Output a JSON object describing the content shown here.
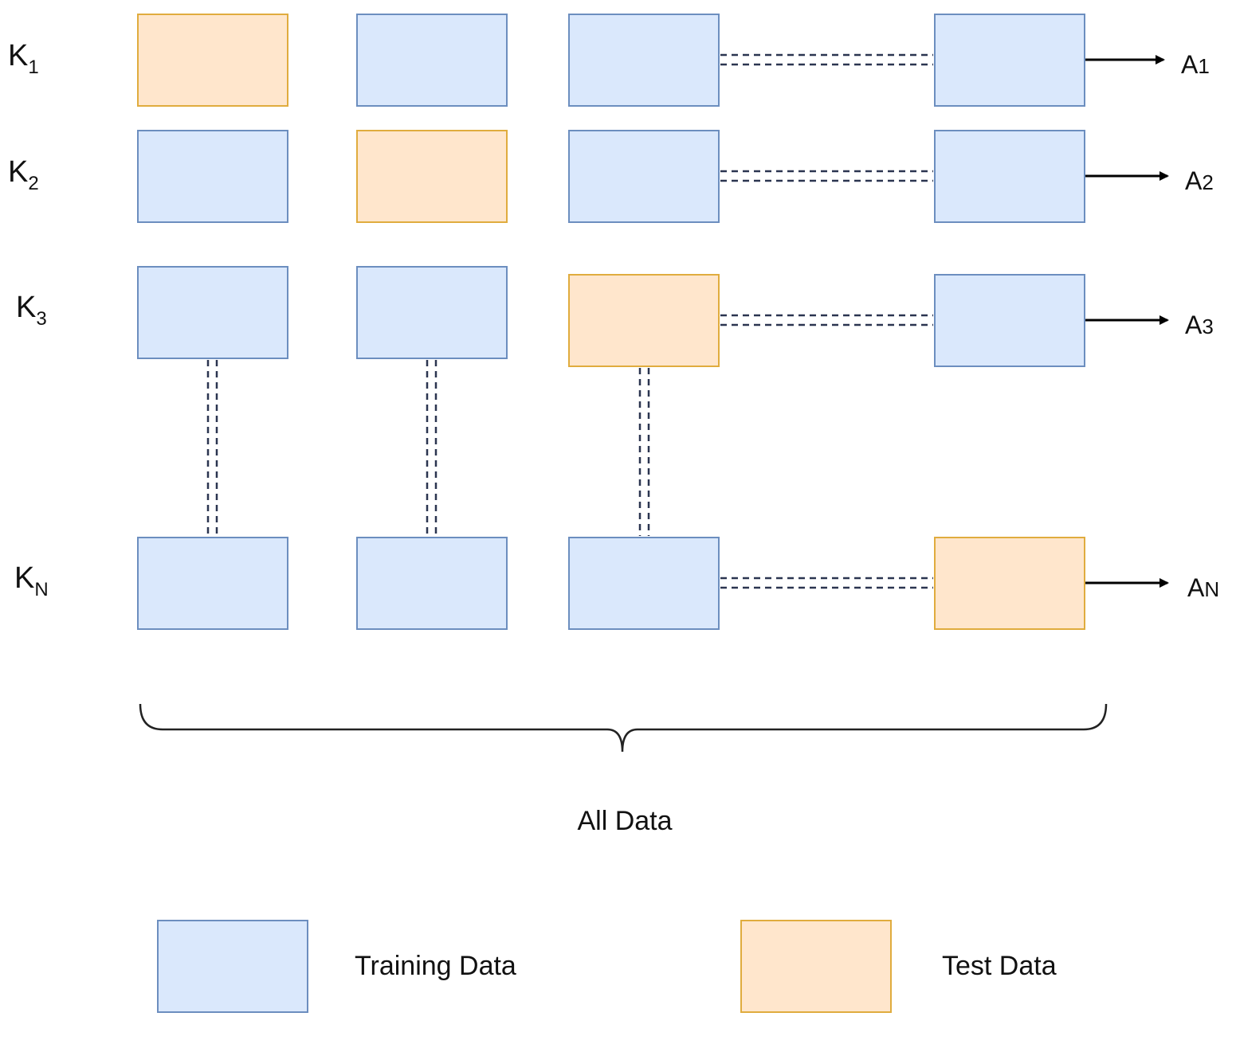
{
  "folds": [
    {
      "main": "K",
      "sub": "1",
      "result_main": "A",
      "result_sub": "1",
      "blocks": [
        "test",
        "train",
        "train",
        "train"
      ]
    },
    {
      "main": "K",
      "sub": "2",
      "result_main": "A",
      "result_sub": "2",
      "blocks": [
        "train",
        "test",
        "train",
        "train"
      ]
    },
    {
      "main": "K",
      "sub": "3",
      "result_main": "A",
      "result_sub": "3",
      "blocks": [
        "train",
        "train",
        "test",
        "train"
      ]
    },
    {
      "main": "K",
      "sub": "N",
      "result_main": "A",
      "result_sub": "N",
      "blocks": [
        "train",
        "train",
        "train",
        "test"
      ]
    }
  ],
  "brace_label": "All Data",
  "legend": {
    "training": "Training Data",
    "test": "Test Data"
  },
  "colors": {
    "training_fill": "#dae8fc",
    "training_stroke": "#6c8ebf",
    "test_fill": "#ffe6cc",
    "test_stroke": "#e0ac3e"
  }
}
